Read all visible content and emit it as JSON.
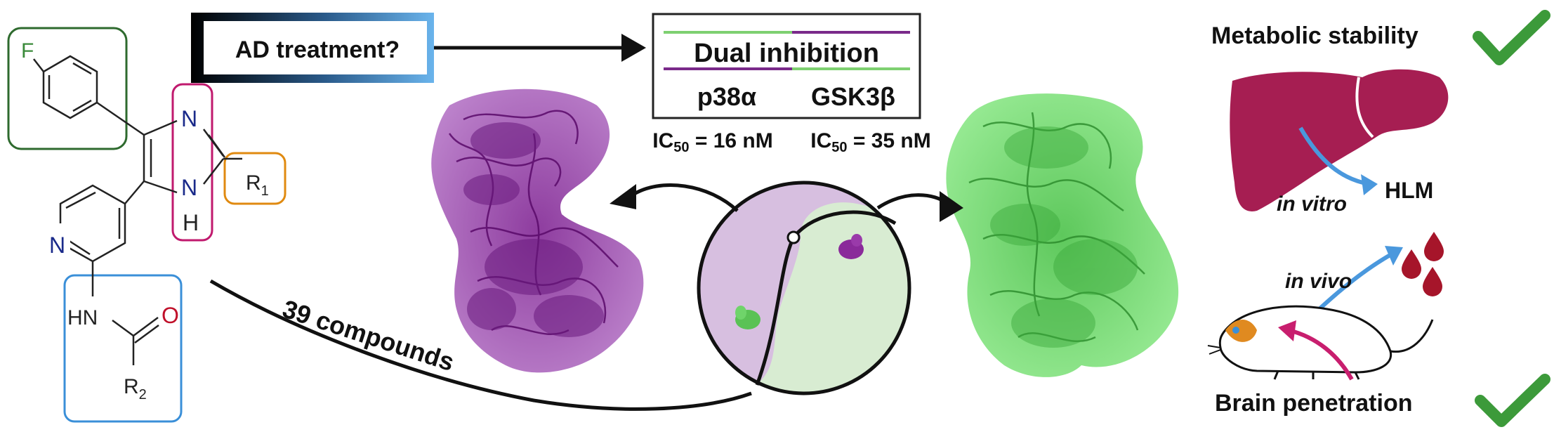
{
  "structure": {
    "atom_f": "F",
    "atom_n_top": "N",
    "atom_n_imid": "N",
    "atom_h": "H",
    "r1_symbol": "R",
    "r1_sub": "1",
    "atom_n_pyr": "N",
    "hn": "HN",
    "atom_o": "O",
    "r2_symbol": "R",
    "r2_sub": "2"
  },
  "question_box": {
    "text": "AD treatment?"
  },
  "dual_box": {
    "title": "Dual inhibition",
    "target1": "p38α",
    "target2": "GSK3β"
  },
  "ic50": {
    "p38_prefix": "IC",
    "p38_sub": "50",
    "p38_value": " = 16 nM",
    "gsk_prefix": "IC",
    "gsk_sub": "50",
    "gsk_value": " = 35 nM"
  },
  "compounds_label": "39 compounds",
  "right_panel": {
    "metabolic": "Metabolic stability",
    "in_vitro": "in vitro",
    "hlm": "HLM",
    "in_vivo": "in vivo",
    "brain": "Brain penetration"
  },
  "colors": {
    "purple_protein": "#8a2a9a",
    "green_protein": "#6fdc6a",
    "liver": "#a61e52",
    "check": "#3c9a3a",
    "blue_arrow": "#4a98dd",
    "pink_arrow": "#c81e6e"
  }
}
